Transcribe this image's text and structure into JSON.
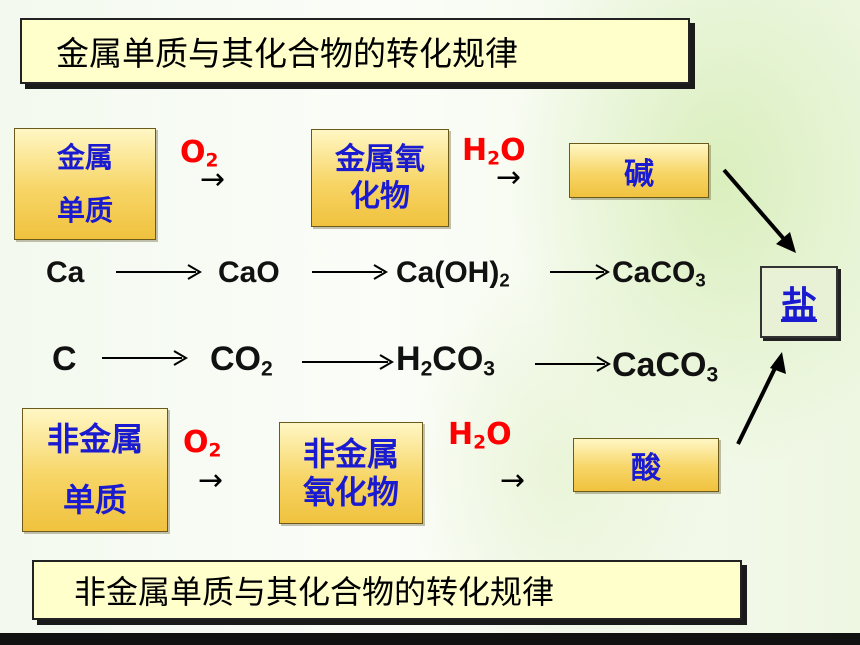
{
  "title_metal": "金属单质与其化合物的转化规律",
  "title_nonmetal": "非金属单质与其化合物的转化规律",
  "metal": {
    "box1_line1": "金属",
    "box1_line2": "单质",
    "reagent1_main": "O",
    "reagent1_sub": "2",
    "box2_line1": "金属氧",
    "box2_line2": "化物",
    "reagent2_a": "H",
    "reagent2_sub": "2",
    "reagent2_b": "O",
    "box3": "碱"
  },
  "calcium": {
    "f1": "Ca",
    "f2": "CaO",
    "f3_main": "Ca(OH)",
    "f3_sub": "2",
    "f4_main": "CaCO",
    "f4_sub": "3"
  },
  "carbon": {
    "f1": "C",
    "f2_main": "CO",
    "f2_sub": "2",
    "f3_a": "H",
    "f3_sub1": "2",
    "f3_b": "CO",
    "f3_sub2": "3",
    "f4_main": "CaCO",
    "f4_sub": "3"
  },
  "nonmetal": {
    "box1_line1": "非金属",
    "box1_line2": "单质",
    "reagent1_main": "O",
    "reagent1_sub": "2",
    "box2_line1": "非金属",
    "box2_line2": "氧化物",
    "reagent2_a": "H",
    "reagent2_sub": "2",
    "reagent2_b": "O",
    "box3": "酸"
  },
  "salt": "盐",
  "arrow_glyph": "→"
}
